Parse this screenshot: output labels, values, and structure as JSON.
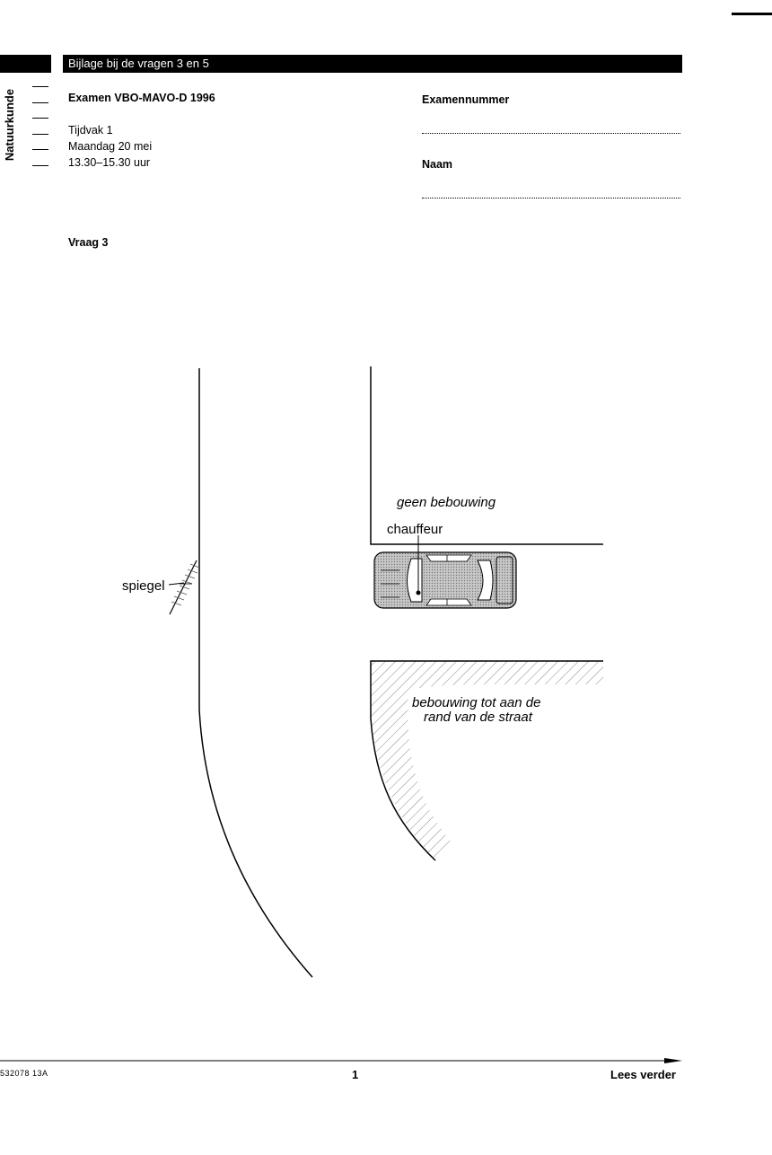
{
  "header": {
    "band_title": "Bijlage bij de vragen 3 en 5",
    "side_label": "Natuurkunde"
  },
  "exam": {
    "title": "Examen VBO-MAVO-D 1996",
    "period": "Tijdvak 1",
    "date": "Maandag 20 mei",
    "time": "13.30–15.30 uur"
  },
  "form": {
    "number_label": "Examennummer",
    "name_label": "Naam"
  },
  "question": {
    "label": "Vraag 3"
  },
  "figure": {
    "mirror_label": "spiegel",
    "no_buildings_label": "geen bebouwing",
    "driver_label": "chauffeur",
    "buildings_line1": "bebouwing tot aan de",
    "buildings_line2": "rand van de straat"
  },
  "footer": {
    "code": "532078  13A",
    "page_number": "1",
    "continue": "Lees verder"
  }
}
